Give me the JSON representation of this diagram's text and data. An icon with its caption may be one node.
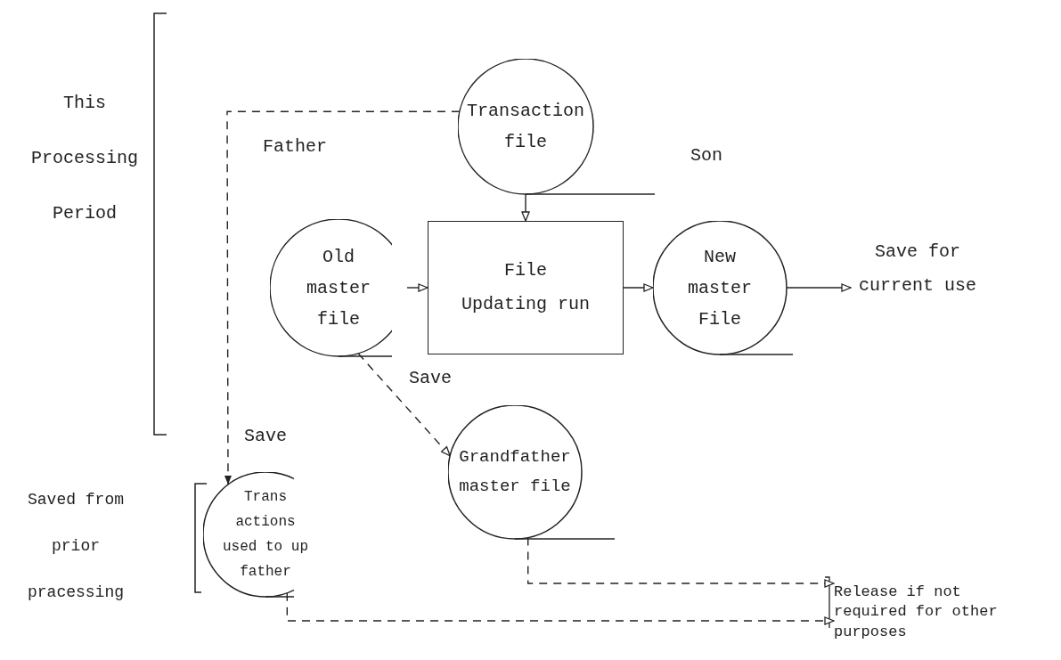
{
  "diagram": {
    "nodes": [
      {
        "text": [
          "Transaction file"
        ]
      },
      {
        "text": [
          "Old master file"
        ],
        "beside": [
          "Father"
        ]
      },
      {
        "text": [
          "File Updating run"
        ]
      },
      {
        "text": [
          "New master File"
        ],
        "beside": [
          "Son"
        ]
      },
      {
        "text": [
          "Save for current use"
        ]
      },
      {
        "text": [
          "Grandfather master file"
        ]
      },
      {
        "text": [
          "Trans actions used to up father"
        ]
      },
      {
        "text": [
          "Release if not required for other purposes"
        ]
      }
    ],
    "edges": [
      {
        "from": 0,
        "to": 2,
        "arrow": "to"
      },
      {
        "from": 1,
        "to": 2,
        "arrow": "to"
      },
      {
        "from": 2,
        "to": 3,
        "arrow": "to"
      },
      {
        "from": 3,
        "to": 4,
        "arrow": "to"
      },
      {
        "from": 1,
        "to": 5,
        "arrow": "to",
        "label": "Save",
        "style": "dashed"
      },
      {
        "from": 0,
        "to": 6,
        "arrow": "to",
        "label": "Save",
        "style": "dashed"
      },
      {
        "from": 5,
        "to": 7,
        "arrow": "to",
        "style": "dashed"
      },
      {
        "from": 6,
        "to": 7,
        "arrow": "to",
        "style": "dashed"
      }
    ],
    "labels": [
      "This Processing Period",
      "Saved from prior pracessing"
    ]
  }
}
